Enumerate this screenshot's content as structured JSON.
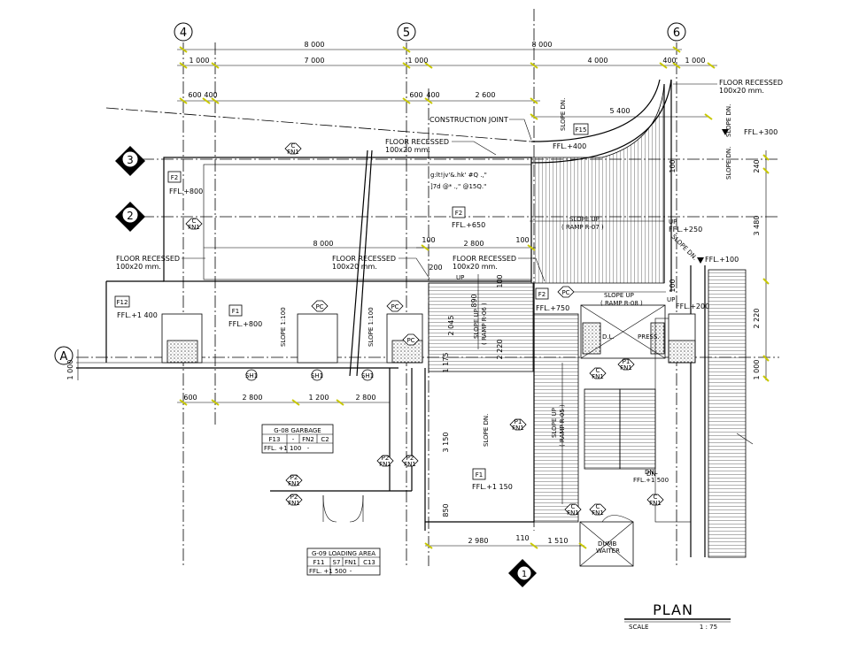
{
  "drawing": {
    "title": "PLAN",
    "scale_label": "SCALE",
    "scale_value": "1 : 75"
  },
  "grid_bubbles": {
    "col4": "4",
    "col5": "5",
    "col6": "6",
    "rowA": "A",
    "row2": "2",
    "row3": "3",
    "sec1": "1"
  },
  "dims_top": {
    "d8000a": "8 000",
    "d8000b": "8 000",
    "d1000a": "1 000",
    "d7000": "7 000",
    "d1000b": "1 000",
    "d4000": "4 000",
    "d400a": "400",
    "d1000c": "1 000",
    "d600a": "600",
    "d400b": "400",
    "d600b": "600",
    "d400c": "400",
    "d2600": "2 600",
    "d5400": "5 400"
  },
  "dims_mid": {
    "d8000c": "8 000",
    "d100a": "100",
    "d2800a": "2 800",
    "d100b": "100",
    "d200": "200",
    "d600c": "600",
    "d2800b": "2 800",
    "d1200": "1 200",
    "d2800c": "2 800",
    "d2980": "2 980",
    "d110": "110",
    "d1510": "1 510"
  },
  "dims_right": {
    "d240": "240",
    "d3480": "3 480",
    "d2220": "2 220",
    "d1000r": "1 000"
  },
  "dims_left": {
    "d1000l": "1 000"
  },
  "dims_vert": {
    "v2045": "2 045",
    "v890": "890",
    "v1175": "1 175",
    "v2220": "2 220",
    "v3150": "3 150",
    "v850": "850",
    "v100a": "100",
    "v100b": "100",
    "v100c": "100"
  },
  "notes": {
    "floor_recessed_tr": "FLOOR RECESSED",
    "floor_recessed_tr_size": "100x20 mm.",
    "construction_joint": "CONSTRUCTION JOINT",
    "floor_recessed_top": "FLOOR RECESSED",
    "floor_recessed_top_size": "100x20 mm.",
    "floor_recessed_left": "FLOOR RECESSED",
    "floor_recessed_left_size": "100x20 mm.",
    "floor_recessed_mid": "FLOOR RECESSED",
    "floor_recessed_mid_size": "100x20 mm.",
    "floor_recessed_mid2": "FLOOR RECESSED",
    "floor_recessed_mid2_size": "100x20 mm.",
    "garbled1": "g:lt!jv'&.hk' #Q .,\"",
    "garbled2": "]7d @*  .,\" @15Q.\""
  },
  "levels": {
    "ffl300": "FFL.+300",
    "ffl400": "FFL.+400",
    "ffl800a": "FFL.+800",
    "ffl650": "FFL.+650",
    "ffl250": "FFL.+250",
    "ffl100": "FFL.+100",
    "ffl1400": "FFL.+1 400",
    "ffl800b": "FFL.+800",
    "ffl750": "FFL.+750",
    "ffl200": "FFL.+200",
    "ffl1150": "FFL.+1 150",
    "ffl1500": "FFL.+1 500"
  },
  "tags": {
    "f15": "F15",
    "f2a": "F2",
    "f2b": "F2",
    "f2c": "F2",
    "f12": "F12",
    "f1a": "F1",
    "f1b": "F1",
    "up1": "UP",
    "up2": "UP",
    "up3": "UP",
    "dn1": "DN"
  },
  "slopes": {
    "s_dn_top": "SLOPE DN.",
    "s_dn_right1": "SLOPE DN.",
    "s_dn_right2": "SLOPE DN.",
    "s_up_ramp07": "SLOPE UP",
    "s_up_ramp07b": "( RAMP R-07 )",
    "s_dn_diag": "SLOPE DN.",
    "s_1_100a": "SLOPE 1:100",
    "s_1_100b": "SLOPE 1:100",
    "s_up_ramp06": "SLOPE UP",
    "s_up_ramp06b": "( RAMP R-06 )",
    "s_up_ramp08": "SLOPE UP",
    "s_up_ramp08b": "( RAMP R-08 )",
    "s_dn_lower": "SLOPE DN.",
    "s_up_ramp05": "SLOPE UP",
    "s_up_ramp05b": "( RAMP R-05 )"
  },
  "rooms": {
    "dl": "D.L.",
    "press": "PRESS.",
    "dumb": "DUMB",
    "waiter": "WAITER",
    "dnl": "DNL"
  },
  "schedule_g08": {
    "title": "G-08  GARBAGE",
    "row1": [
      "F13",
      "-",
      "FN2",
      "C2"
    ],
    "row2": [
      "FFL. +1 100",
      "-"
    ]
  },
  "schedule_g09": {
    "title": "G-09  LOADING AREA",
    "row1": [
      "F11",
      "S7",
      "FN1",
      "C13"
    ],
    "row2": [
      "FFL. +1 500",
      "-"
    ]
  },
  "hex_tags": {
    "c_fn1_a": [
      "C",
      "FN1"
    ],
    "c_fn1_b": [
      "C",
      "FN1"
    ],
    "pc_a": [
      "PC",
      ""
    ],
    "pc_b": [
      "PC",
      ""
    ],
    "pc_c": [
      "PC",
      ""
    ],
    "p_fn1_a": [
      "P1",
      "FN1"
    ],
    "p_fn1_b": [
      "P1",
      "FN1"
    ],
    "c_fn1_c": [
      "C",
      "FN1"
    ],
    "p2_a": [
      "P2",
      "FN1"
    ],
    "p2_b": [
      "P2",
      "FN1"
    ],
    "p2_c": [
      "P2",
      "FN1"
    ],
    "p2_d": [
      "P2",
      "FN1"
    ],
    "p1_c": [
      "P1",
      "FN1"
    ],
    "c_fn1_d": [
      "C",
      "FN1"
    ],
    "c_fn1_e": [
      "C",
      "FN1"
    ],
    "c_fn1_f": [
      "C",
      "FN1"
    ],
    "pc_d": [
      "PC",
      ""
    ]
  },
  "sh_tags": {
    "sh1": "SH1",
    "sh2": "SH1",
    "sh3": "SH1"
  }
}
